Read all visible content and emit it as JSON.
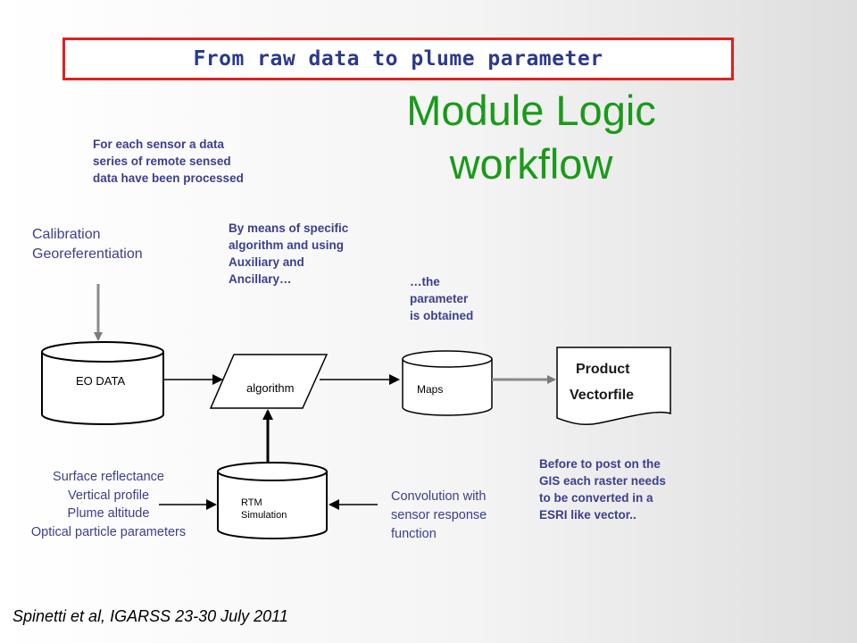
{
  "header": {
    "title": "From raw data to plume parameter"
  },
  "subtitle": {
    "line1": "Module Logic",
    "line2": "workflow"
  },
  "notes": {
    "sensor": [
      "For each sensor a data",
      "series of remote sensed",
      "data have been processed"
    ],
    "algorithm": [
      "By means of specific",
      "algorithm and using",
      "Auxiliary and",
      "Ancillary…"
    ],
    "parameter": [
      "…the",
      "parameter",
      "is obtained"
    ],
    "gis": [
      "Before to post on the",
      "GIS each raster needs",
      "to be converted in a",
      "ESRI like vector.."
    ],
    "convolution": [
      "Convolution with",
      "sensor response",
      "function"
    ]
  },
  "calibration": [
    "Calibration",
    "Georeferentiation"
  ],
  "inputs": [
    "Surface reflectance",
    "Vertical profile",
    "Plume altitude",
    "Optical particle parameters"
  ],
  "nodes": {
    "eo_data": "EO DATA",
    "algorithm": "algorithm",
    "maps": "Maps",
    "rtm": [
      "RTM",
      "Simulation"
    ],
    "product": [
      "Product",
      "Vectorfile"
    ]
  },
  "citation": "Spinetti et al, IGARSS 23-30 July 2011",
  "colors": {
    "title_border": "#e02020",
    "title_text": "#2b3a8a",
    "heading_green": "#1a9a1a",
    "note_text": "#3b3f8e"
  }
}
